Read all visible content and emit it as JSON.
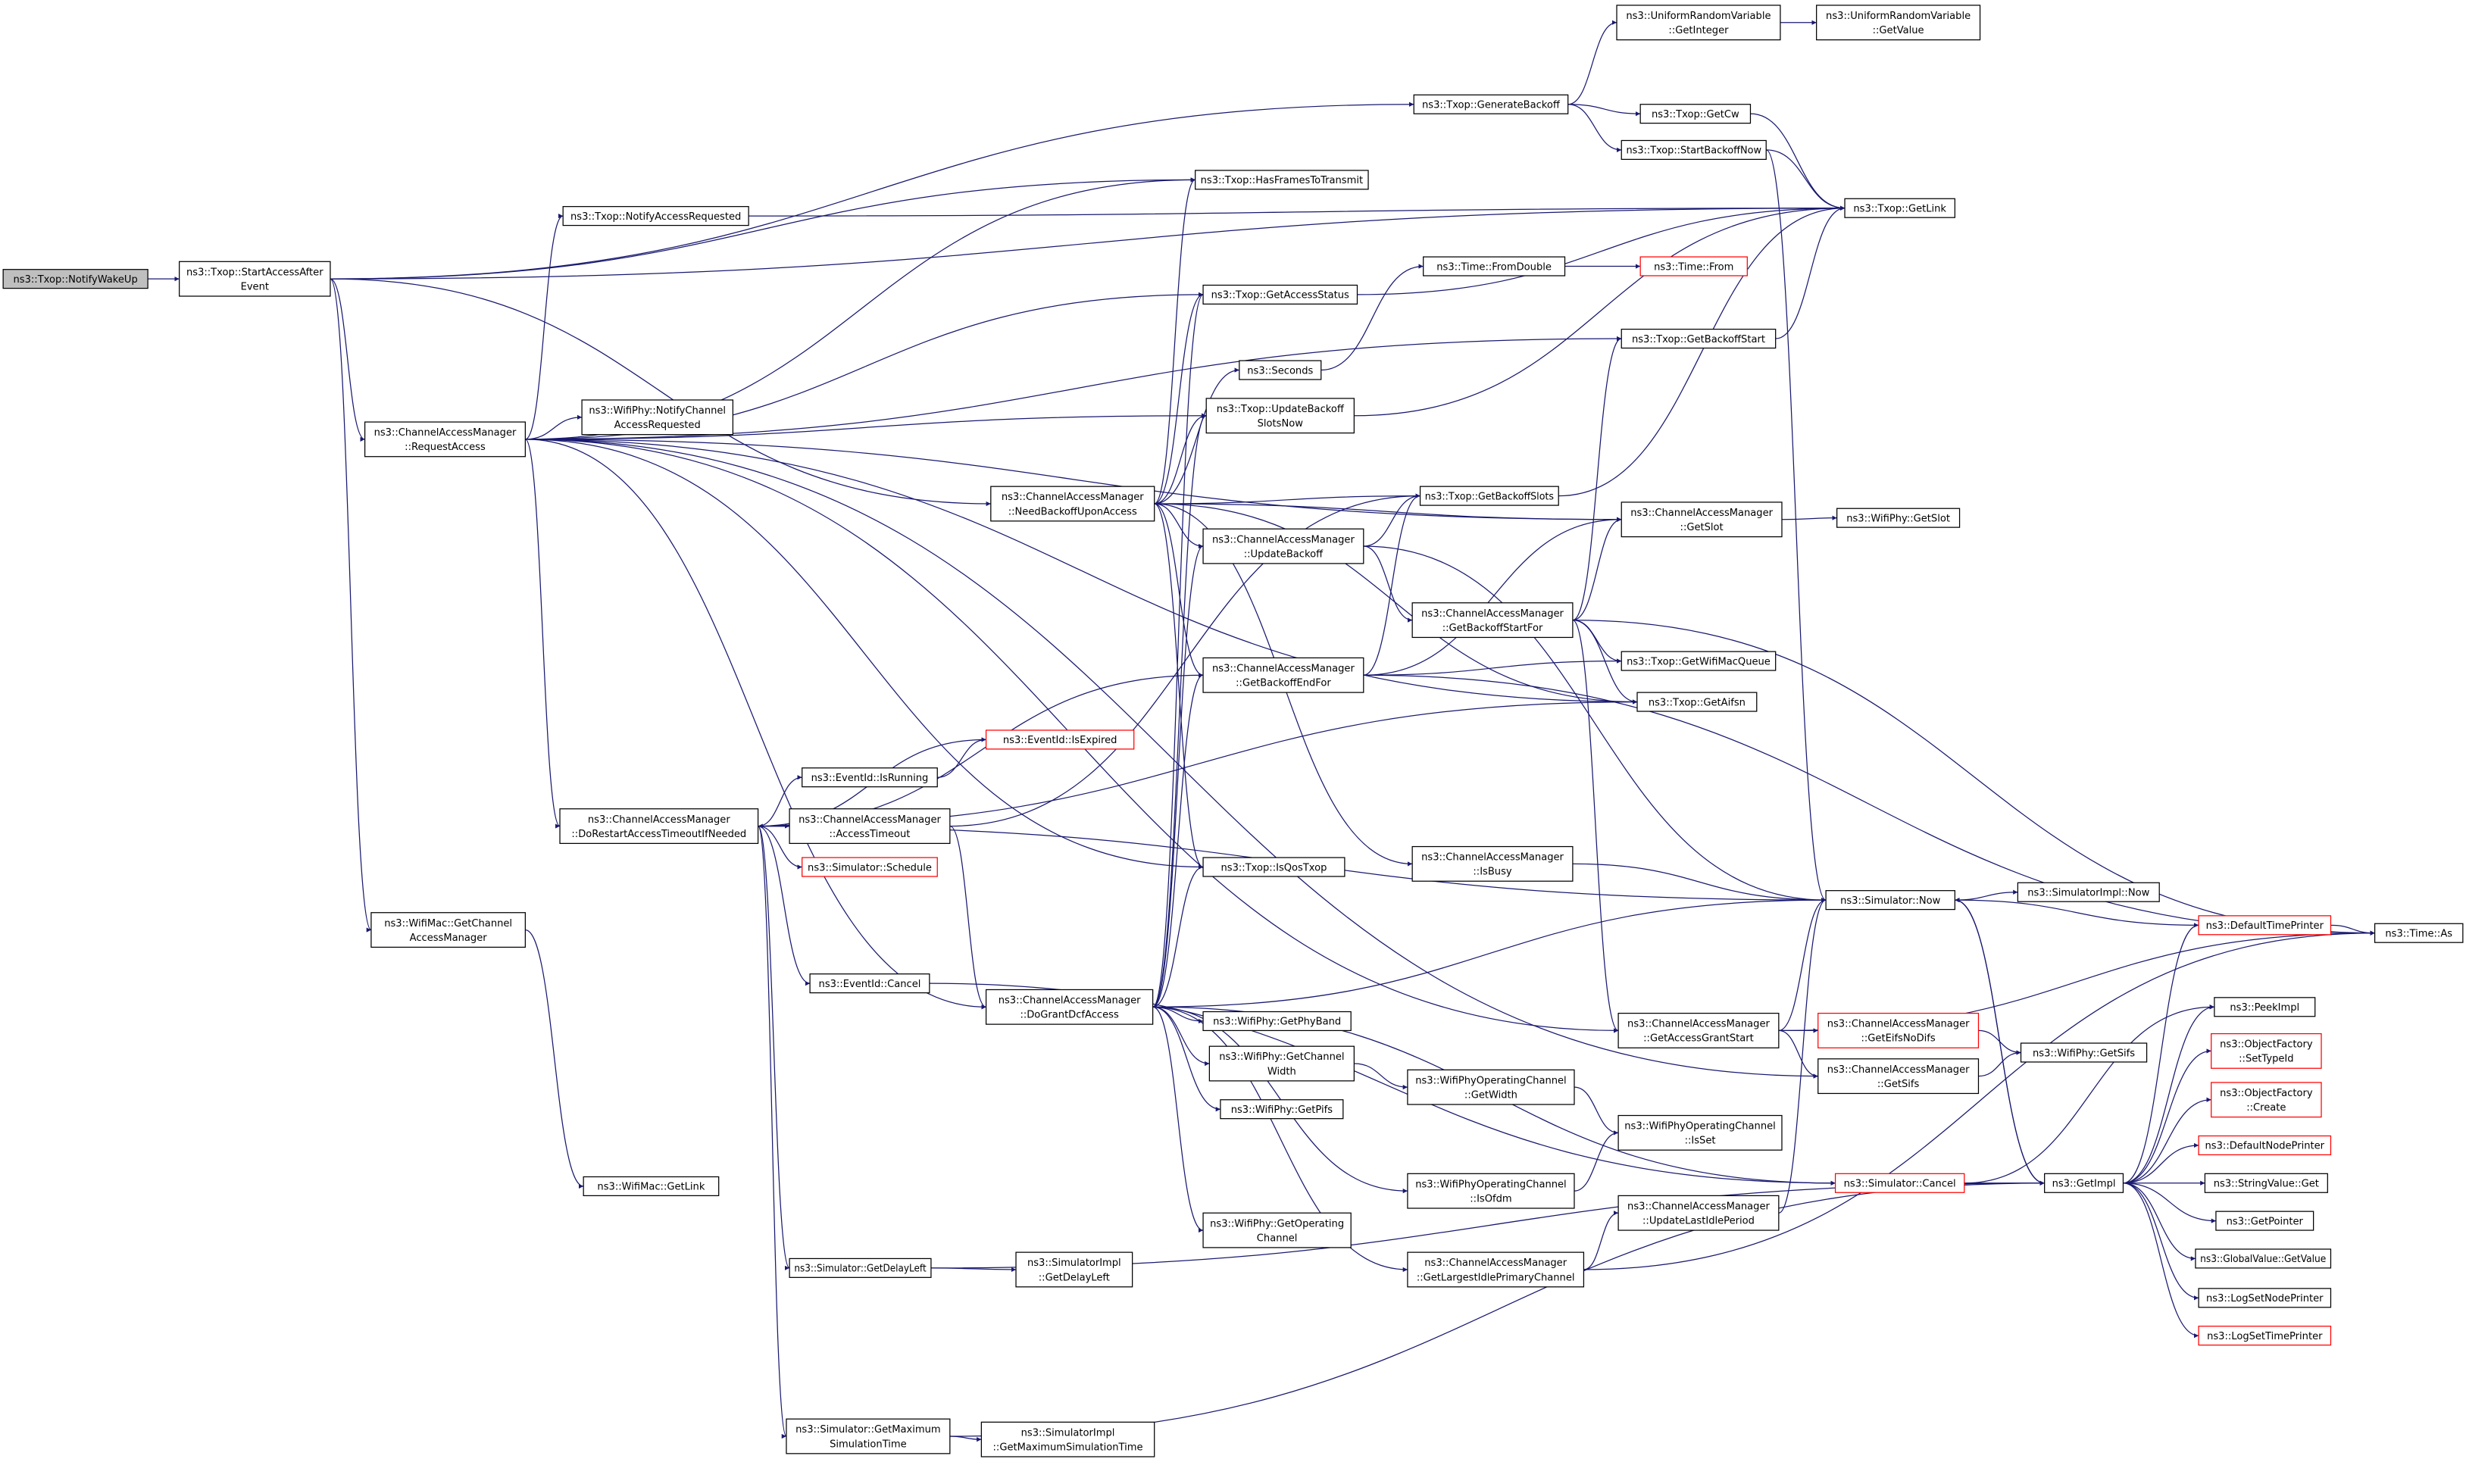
{
  "graph": {
    "edge_color": "#191970",
    "highlight_fill": "#bfbfbf",
    "incomplete_border_color": "#ff0000",
    "nodes": [
      {
        "id": 1,
        "label": [
          "ns3::Txop::NotifyWakeUp"
        ],
        "root": true
      },
      {
        "id": 2,
        "label": [
          "ns3::Txop::StartAccessAfter",
          "Event"
        ]
      },
      {
        "id": 3,
        "label": [
          "ns3::UniformRandomVariable",
          "::GetInteger"
        ]
      },
      {
        "id": 4,
        "label": [
          "ns3::UniformRandomVariable",
          "::GetValue"
        ]
      },
      {
        "id": 5,
        "label": [
          "ns3::Txop::GenerateBackoff"
        ]
      },
      {
        "id": 6,
        "label": [
          "ns3::Txop::GetCw"
        ]
      },
      {
        "id": 7,
        "label": [
          "ns3::Txop::StartBackoffNow"
        ]
      },
      {
        "id": 8,
        "label": [
          "ns3::Txop::HasFramesToTransmit"
        ]
      },
      {
        "id": 9,
        "label": [
          "ns3::Txop::NotifyAccessRequested"
        ]
      },
      {
        "id": 10,
        "label": [
          "ns3::Txop::GetLink"
        ]
      },
      {
        "id": 11,
        "label": [
          "ns3::Time::FromDouble"
        ]
      },
      {
        "id": 12,
        "label": [
          "ns3::Time::From"
        ],
        "red": true
      },
      {
        "id": 13,
        "label": [
          "ns3::Txop::GetAccessStatus"
        ]
      },
      {
        "id": 14,
        "label": [
          "ns3::Seconds"
        ]
      },
      {
        "id": 15,
        "label": [
          "ns3::Txop::GetBackoffStart"
        ]
      },
      {
        "id": 16,
        "label": [
          "ns3::WifiPhy::NotifyChannel",
          "AccessRequested"
        ]
      },
      {
        "id": 17,
        "label": [
          "ns3::ChannelAccessManager",
          "::RequestAccess"
        ]
      },
      {
        "id": 18,
        "label": [
          "ns3::Txop::UpdateBackoff",
          "SlotsNow"
        ]
      },
      {
        "id": 19,
        "label": [
          "ns3::ChannelAccessManager",
          "::NeedBackoffUponAccess"
        ]
      },
      {
        "id": 20,
        "label": [
          "ns3::Txop::GetBackoffSlots"
        ]
      },
      {
        "id": 21,
        "label": [
          "ns3::ChannelAccessManager",
          "::GetSlot"
        ]
      },
      {
        "id": 22,
        "label": [
          "ns3::WifiPhy::GetSlot"
        ]
      },
      {
        "id": 23,
        "label": [
          "ns3::ChannelAccessManager",
          "::UpdateBackoff"
        ]
      },
      {
        "id": 24,
        "label": [
          "ns3::ChannelAccessManager",
          "::GetBackoffStartFor"
        ]
      },
      {
        "id": 25,
        "label": [
          "ns3::ChannelAccessManager",
          "::GetBackoffEndFor"
        ]
      },
      {
        "id": 26,
        "label": [
          "ns3::Txop::GetWifiMacQueue"
        ]
      },
      {
        "id": 27,
        "label": [
          "ns3::Txop::GetAifsn"
        ]
      },
      {
        "id": 28,
        "label": [
          "ns3::EventId::IsExpired"
        ],
        "red": true
      },
      {
        "id": 29,
        "label": [
          "ns3::EventId::IsRunning"
        ]
      },
      {
        "id": 30,
        "label": [
          "ns3::ChannelAccessManager",
          "::DoRestartAccessTimeoutIfNeeded"
        ]
      },
      {
        "id": 31,
        "label": [
          "ns3::ChannelAccessManager",
          "::AccessTimeout"
        ]
      },
      {
        "id": 32,
        "label": [
          "ns3::Simulator::Schedule"
        ],
        "red": true
      },
      {
        "id": 33,
        "label": [
          "ns3::ChannelAccessManager",
          "::IsBusy"
        ]
      },
      {
        "id": 34,
        "label": [
          "ns3::Txop::IsQosTxop"
        ]
      },
      {
        "id": 35,
        "label": [
          "ns3::Simulator::Now"
        ]
      },
      {
        "id": 36,
        "label": [
          "ns3::SimulatorImpl::Now"
        ]
      },
      {
        "id": 37,
        "label": [
          "ns3::Time::As"
        ]
      },
      {
        "id": 38,
        "label": [
          "ns3::WifiMac::GetChannel",
          "AccessManager"
        ]
      },
      {
        "id": 39,
        "label": [
          "ns3::EventId::Cancel"
        ]
      },
      {
        "id": 40,
        "label": [
          "ns3::ChannelAccessManager",
          "::DoGrantDcfAccess"
        ]
      },
      {
        "id": 41,
        "label": [
          "ns3::DefaultTimePrinter"
        ],
        "red": true
      },
      {
        "id": 42,
        "label": [
          "ns3::WifiPhy::GetPhyBand"
        ]
      },
      {
        "id": 43,
        "label": [
          "ns3::PeekImpl"
        ]
      },
      {
        "id": 44,
        "label": [
          "ns3::ChannelAccessManager",
          "::GetAccessGrantStart"
        ]
      },
      {
        "id": 45,
        "label": [
          "ns3::ChannelAccessManager",
          "::GetEifsNoDifs"
        ],
        "red": true
      },
      {
        "id": 46,
        "label": [
          "ns3::WifiPhy::GetSifs"
        ]
      },
      {
        "id": 47,
        "label": [
          "ns3::ObjectFactory",
          "::SetTypeId"
        ],
        "red": true
      },
      {
        "id": 48,
        "label": [
          "ns3::WifiPhy::GetChannel",
          "Width"
        ]
      },
      {
        "id": 49,
        "label": [
          "ns3::WifiPhyOperatingChannel",
          "::GetWidth"
        ]
      },
      {
        "id": 50,
        "label": [
          "ns3::ChannelAccessManager",
          "::GetSifs"
        ]
      },
      {
        "id": 51,
        "label": [
          "ns3::ObjectFactory",
          "::Create"
        ],
        "red": true
      },
      {
        "id": 52,
        "label": [
          "ns3::WifiPhy::GetPifs"
        ]
      },
      {
        "id": 53,
        "label": [
          "ns3::WifiPhyOperatingChannel",
          "::IsSet"
        ]
      },
      {
        "id": 54,
        "label": [
          "ns3::DefaultNodePrinter"
        ],
        "red": true
      },
      {
        "id": 55,
        "label": [
          "ns3::Simulator::Cancel"
        ],
        "red": true
      },
      {
        "id": 56,
        "label": [
          "ns3::GetImpl"
        ]
      },
      {
        "id": 57,
        "label": [
          "ns3::StringValue::Get"
        ]
      },
      {
        "id": 58,
        "label": [
          "ns3::WifiMac::GetLink"
        ]
      },
      {
        "id": 59,
        "label": [
          "ns3::WifiPhyOperatingChannel",
          "::IsOfdm"
        ]
      },
      {
        "id": 60,
        "label": [
          "ns3::ChannelAccessManager",
          "::UpdateLastIdlePeriod"
        ]
      },
      {
        "id": 61,
        "label": [
          "ns3::GetPointer"
        ]
      },
      {
        "id": 62,
        "label": [
          "ns3::WifiPhy::GetOperating",
          "Channel"
        ]
      },
      {
        "id": 63,
        "label": [
          "ns3::GlobalValue::GetValue"
        ]
      },
      {
        "id": 64,
        "label": [
          "ns3::Simulator::GetDelayLeft"
        ]
      },
      {
        "id": 65,
        "label": [
          "ns3::SimulatorImpl",
          "::GetDelayLeft"
        ]
      },
      {
        "id": 66,
        "label": [
          "ns3::ChannelAccessManager",
          "::GetLargestIdlePrimaryChannel"
        ]
      },
      {
        "id": 67,
        "label": [
          "ns3::LogSetNodePrinter"
        ]
      },
      {
        "id": 68,
        "label": [
          "ns3::LogSetTimePrinter"
        ],
        "red": true
      },
      {
        "id": 69,
        "label": [
          "ns3::Simulator::GetMaximum",
          "SimulationTime"
        ]
      },
      {
        "id": 70,
        "label": [
          "ns3::SimulatorImpl",
          "::GetMaximumSimulationTime"
        ]
      }
    ],
    "edges": [
      [
        1,
        2
      ],
      [
        2,
        5
      ],
      [
        2,
        10
      ],
      [
        2,
        8
      ],
      [
        2,
        17
      ],
      [
        2,
        19
      ],
      [
        2,
        38
      ],
      [
        5,
        3
      ],
      [
        5,
        6
      ],
      [
        5,
        7
      ],
      [
        3,
        4
      ],
      [
        6,
        10
      ],
      [
        7,
        10
      ],
      [
        7,
        35
      ],
      [
        9,
        10
      ],
      [
        13,
        10
      ],
      [
        11,
        12
      ],
      [
        14,
        11
      ],
      [
        15,
        10
      ],
      [
        18,
        10
      ],
      [
        20,
        10
      ],
      [
        17,
        9
      ],
      [
        17,
        8
      ],
      [
        17,
        13
      ],
      [
        17,
        15
      ],
      [
        17,
        16
      ],
      [
        17,
        18
      ],
      [
        17,
        21
      ],
      [
        17,
        30
      ],
      [
        17,
        40
      ],
      [
        17,
        44
      ],
      [
        17,
        50
      ],
      [
        17,
        27
      ],
      [
        17,
        34
      ],
      [
        19,
        8
      ],
      [
        19,
        13
      ],
      [
        19,
        14
      ],
      [
        19,
        18
      ],
      [
        19,
        20
      ],
      [
        19,
        21
      ],
      [
        19,
        23
      ],
      [
        19,
        34
      ],
      [
        19,
        33
      ],
      [
        19,
        25
      ],
      [
        19,
        27
      ],
      [
        21,
        22
      ],
      [
        23,
        24
      ],
      [
        23,
        35
      ],
      [
        23,
        20
      ],
      [
        24,
        15
      ],
      [
        24,
        21
      ],
      [
        24,
        26
      ],
      [
        24,
        27
      ],
      [
        24,
        37
      ],
      [
        24,
        44
      ],
      [
        25,
        20
      ],
      [
        25,
        21
      ],
      [
        25,
        26
      ],
      [
        25,
        37
      ],
      [
        30,
        28
      ],
      [
        30,
        29
      ],
      [
        30,
        31
      ],
      [
        30,
        32
      ],
      [
        30,
        39
      ],
      [
        30,
        64
      ],
      [
        30,
        69
      ],
      [
        30,
        25
      ],
      [
        30,
        35
      ],
      [
        30,
        27
      ],
      [
        29,
        28
      ],
      [
        31,
        30
      ],
      [
        31,
        40
      ],
      [
        31,
        20
      ],
      [
        33,
        35
      ],
      [
        35,
        36
      ],
      [
        35,
        56
      ],
      [
        40,
        13
      ],
      [
        40,
        18
      ],
      [
        40,
        23
      ],
      [
        40,
        25
      ],
      [
        40,
        34
      ],
      [
        40,
        35
      ],
      [
        40,
        42
      ],
      [
        40,
        48
      ],
      [
        40,
        52
      ],
      [
        40,
        59
      ],
      [
        40,
        62
      ],
      [
        40,
        66
      ],
      [
        40,
        55
      ],
      [
        38,
        58
      ],
      [
        39,
        55
      ],
      [
        44,
        35
      ],
      [
        44,
        45
      ],
      [
        44,
        50
      ],
      [
        44,
        37
      ],
      [
        45,
        46
      ],
      [
        50,
        46
      ],
      [
        48,
        49
      ],
      [
        49,
        53
      ],
      [
        59,
        53
      ],
      [
        66,
        60
      ],
      [
        66,
        37
      ],
      [
        60,
        35
      ],
      [
        55,
        56
      ],
      [
        55,
        43
      ],
      [
        56,
        35
      ],
      [
        56,
        41
      ],
      [
        56,
        43
      ],
      [
        56,
        47
      ],
      [
        56,
        51
      ],
      [
        56,
        54
      ],
      [
        56,
        57
      ],
      [
        56,
        61
      ],
      [
        56,
        63
      ],
      [
        56,
        67
      ],
      [
        56,
        68
      ],
      [
        41,
        35
      ],
      [
        41,
        37
      ],
      [
        64,
        65
      ],
      [
        64,
        56
      ],
      [
        69,
        70
      ],
      [
        69,
        56
      ]
    ]
  }
}
